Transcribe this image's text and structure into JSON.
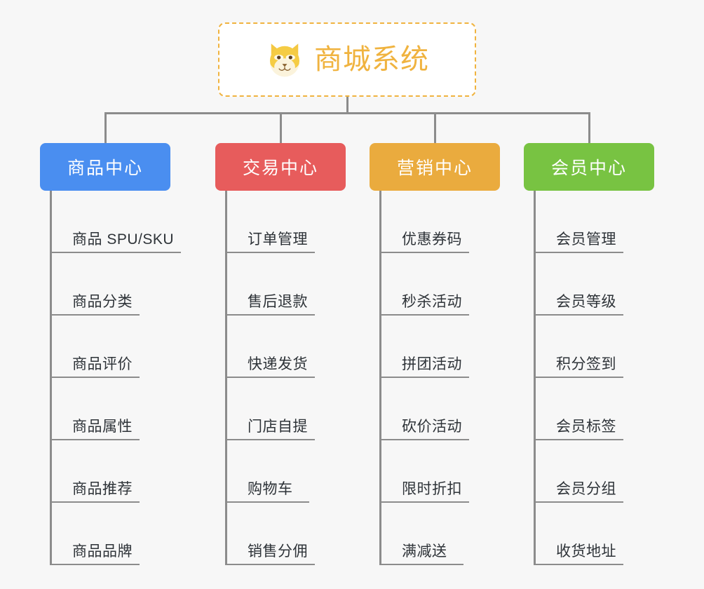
{
  "page": {
    "background_color": "#f7f7f7",
    "diagram_type": "mind-map"
  },
  "root": {
    "title": "商城系统",
    "icon": "shiba-dog-face-icon",
    "border_color": "#f0b33f",
    "text_color": "#f0b33f",
    "background_color": "#ffffff"
  },
  "branches": [
    {
      "id": "product-center",
      "label": "商品中心",
      "color": "#4a8ef0",
      "items": [
        {
          "label": "商品 SPU/SKU"
        },
        {
          "label": "商品分类"
        },
        {
          "label": "商品评价"
        },
        {
          "label": "商品属性"
        },
        {
          "label": "商品推荐"
        },
        {
          "label": "商品品牌"
        }
      ]
    },
    {
      "id": "trade-center",
      "label": "交易中心",
      "color": "#e75c5c",
      "items": [
        {
          "label": "订单管理"
        },
        {
          "label": "售后退款"
        },
        {
          "label": "快递发货"
        },
        {
          "label": "门店自提"
        },
        {
          "label": "购物车"
        },
        {
          "label": "销售分佣"
        }
      ]
    },
    {
      "id": "marketing-center",
      "label": "营销中心",
      "color": "#eaab3e",
      "items": [
        {
          "label": "优惠券码"
        },
        {
          "label": "秒杀活动"
        },
        {
          "label": "拼团活动"
        },
        {
          "label": "砍价活动"
        },
        {
          "label": "限时折扣"
        },
        {
          "label": "满减送"
        }
      ]
    },
    {
      "id": "member-center",
      "label": "会员中心",
      "color": "#78c342",
      "items": [
        {
          "label": "会员管理"
        },
        {
          "label": "会员等级"
        },
        {
          "label": "积分签到"
        },
        {
          "label": "会员标签"
        },
        {
          "label": "会员分组"
        },
        {
          "label": "收货地址"
        }
      ]
    }
  ],
  "connector": {
    "color": "#8c8c8c"
  }
}
